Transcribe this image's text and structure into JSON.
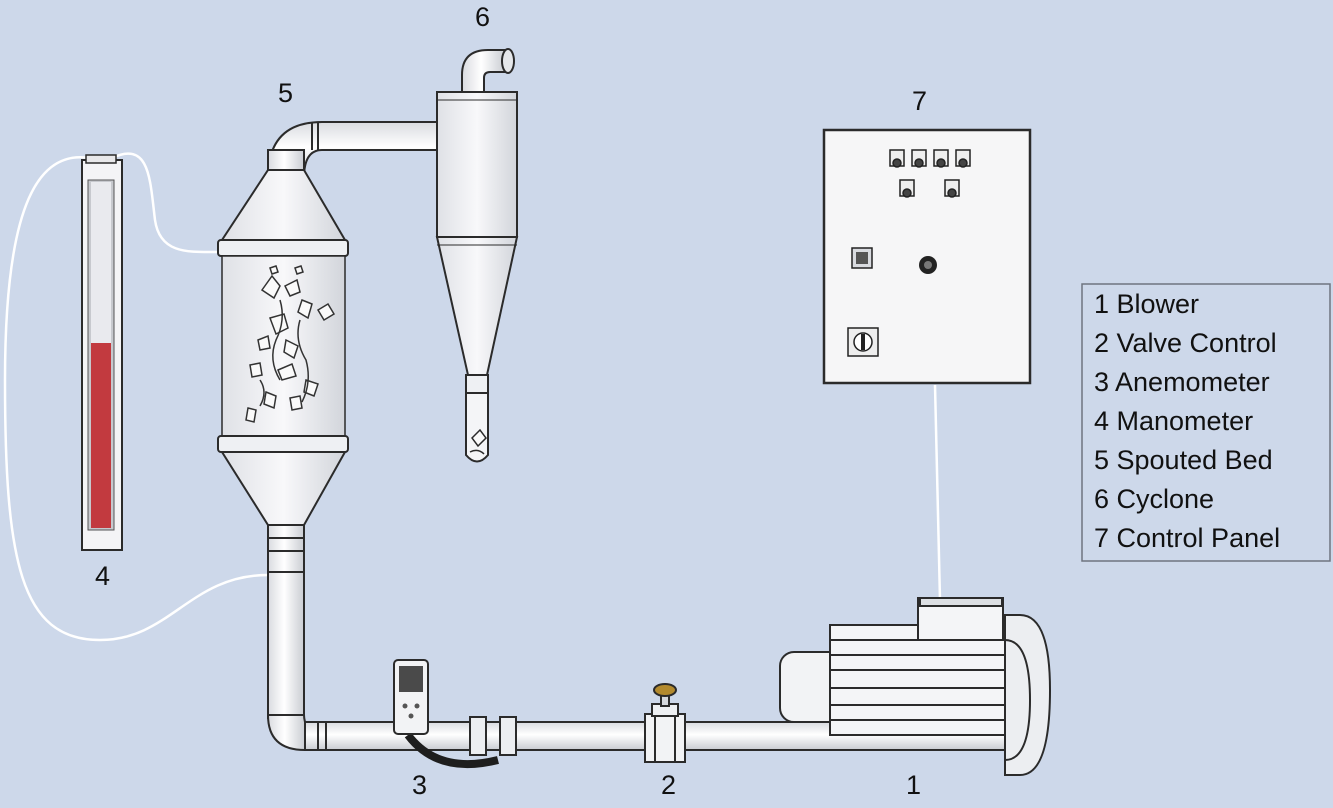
{
  "diagram": {
    "callouts": {
      "blower": "1",
      "valve": "2",
      "anemometer": "3",
      "manometer": "4",
      "spouted_bed": "5",
      "cyclone": "6",
      "control_panel": "7"
    },
    "legend": [
      "1 Blower",
      "2 Valve Control",
      "3 Anemometer",
      "4 Manometer",
      "5 Spouted Bed",
      "6 Cyclone",
      "7 Control Panel"
    ],
    "colors": {
      "background": "#cdd8ea",
      "equipment": "#f1f2f4",
      "outline": "#2b2b2b",
      "manometer_fluid": "#c23a3f",
      "valve_wheel": "#b38a2e"
    }
  }
}
